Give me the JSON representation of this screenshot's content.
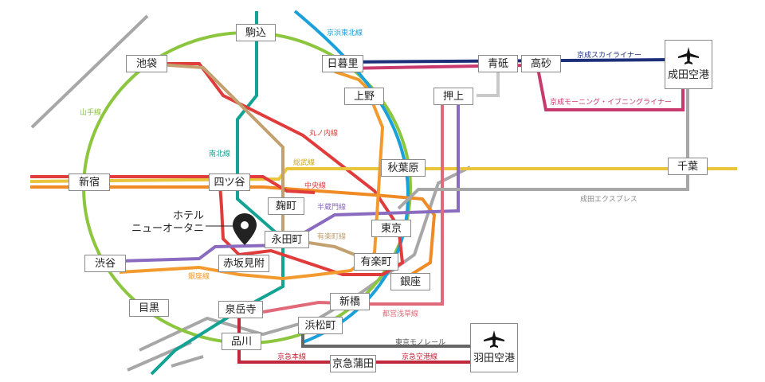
{
  "colors": {
    "yamanote": "#8cc63f",
    "keihin_tohoku": "#1aa0db",
    "marunouchi": "#e03c3c",
    "chuo": "#f08a24",
    "sobu": "#e8c53a",
    "namboku": "#12a394",
    "hanzomon": "#8a6bbf",
    "yurakucho": "#c2a070",
    "ginza": "#f39a2e",
    "asakusa": "#e06a7a",
    "skyliner": "#1e2f7a",
    "morning_liner": "#c83a6e",
    "narita_express": "#b0b0b0",
    "monorail": "#666666",
    "keikyu": "#c0283b",
    "hibiya": "#a7a7a7"
  },
  "stations": {
    "komagome": "駒込",
    "ikebukuro": "池袋",
    "nippori": "日暮里",
    "aoto": "青砥",
    "takasago": "高砂",
    "ueno": "上野",
    "oshiage": "押上",
    "shinjuku": "新宿",
    "yotsuya": "四ツ谷",
    "akihabara": "秋葉原",
    "chiba": "千葉",
    "kojimachi": "麹町",
    "tokyo": "東京",
    "nagatacho": "永田町",
    "shibuya": "渋谷",
    "akasaka_mitsuke": "赤坂見附",
    "yurakucho": "有楽町",
    "ginza": "銀座",
    "shimbashi": "新橋",
    "meguro": "目黒",
    "sengakuji": "泉岳寺",
    "hamamatsucho": "浜松町",
    "shinagawa": "品川",
    "keikyu_kamata": "京急蒲田"
  },
  "airports": {
    "narita": "成田空港",
    "haneda": "羽田空港"
  },
  "hotel": {
    "line1": "ホテル",
    "line2": "ニューオータニ"
  },
  "line_labels": {
    "keihin_tohoku": "京浜東北線",
    "yamanote": "山手線",
    "skyliner": "京成スカイライナー",
    "morning_liner": "京成モーニング・イブニングライナー",
    "marunouchi": "丸ノ内線",
    "namboku": "南北線",
    "sobu": "総武線",
    "chuo": "中央線",
    "hanzomon": "半蔵門線",
    "narita_express": "成田エクスプレス",
    "yurakucho": "有楽町線",
    "ginza": "銀座線",
    "asakusa": "都営浅草線",
    "monorail": "東京モノレール",
    "keikyu_main": "京急本線",
    "keikyu_airport": "京急空港線"
  }
}
